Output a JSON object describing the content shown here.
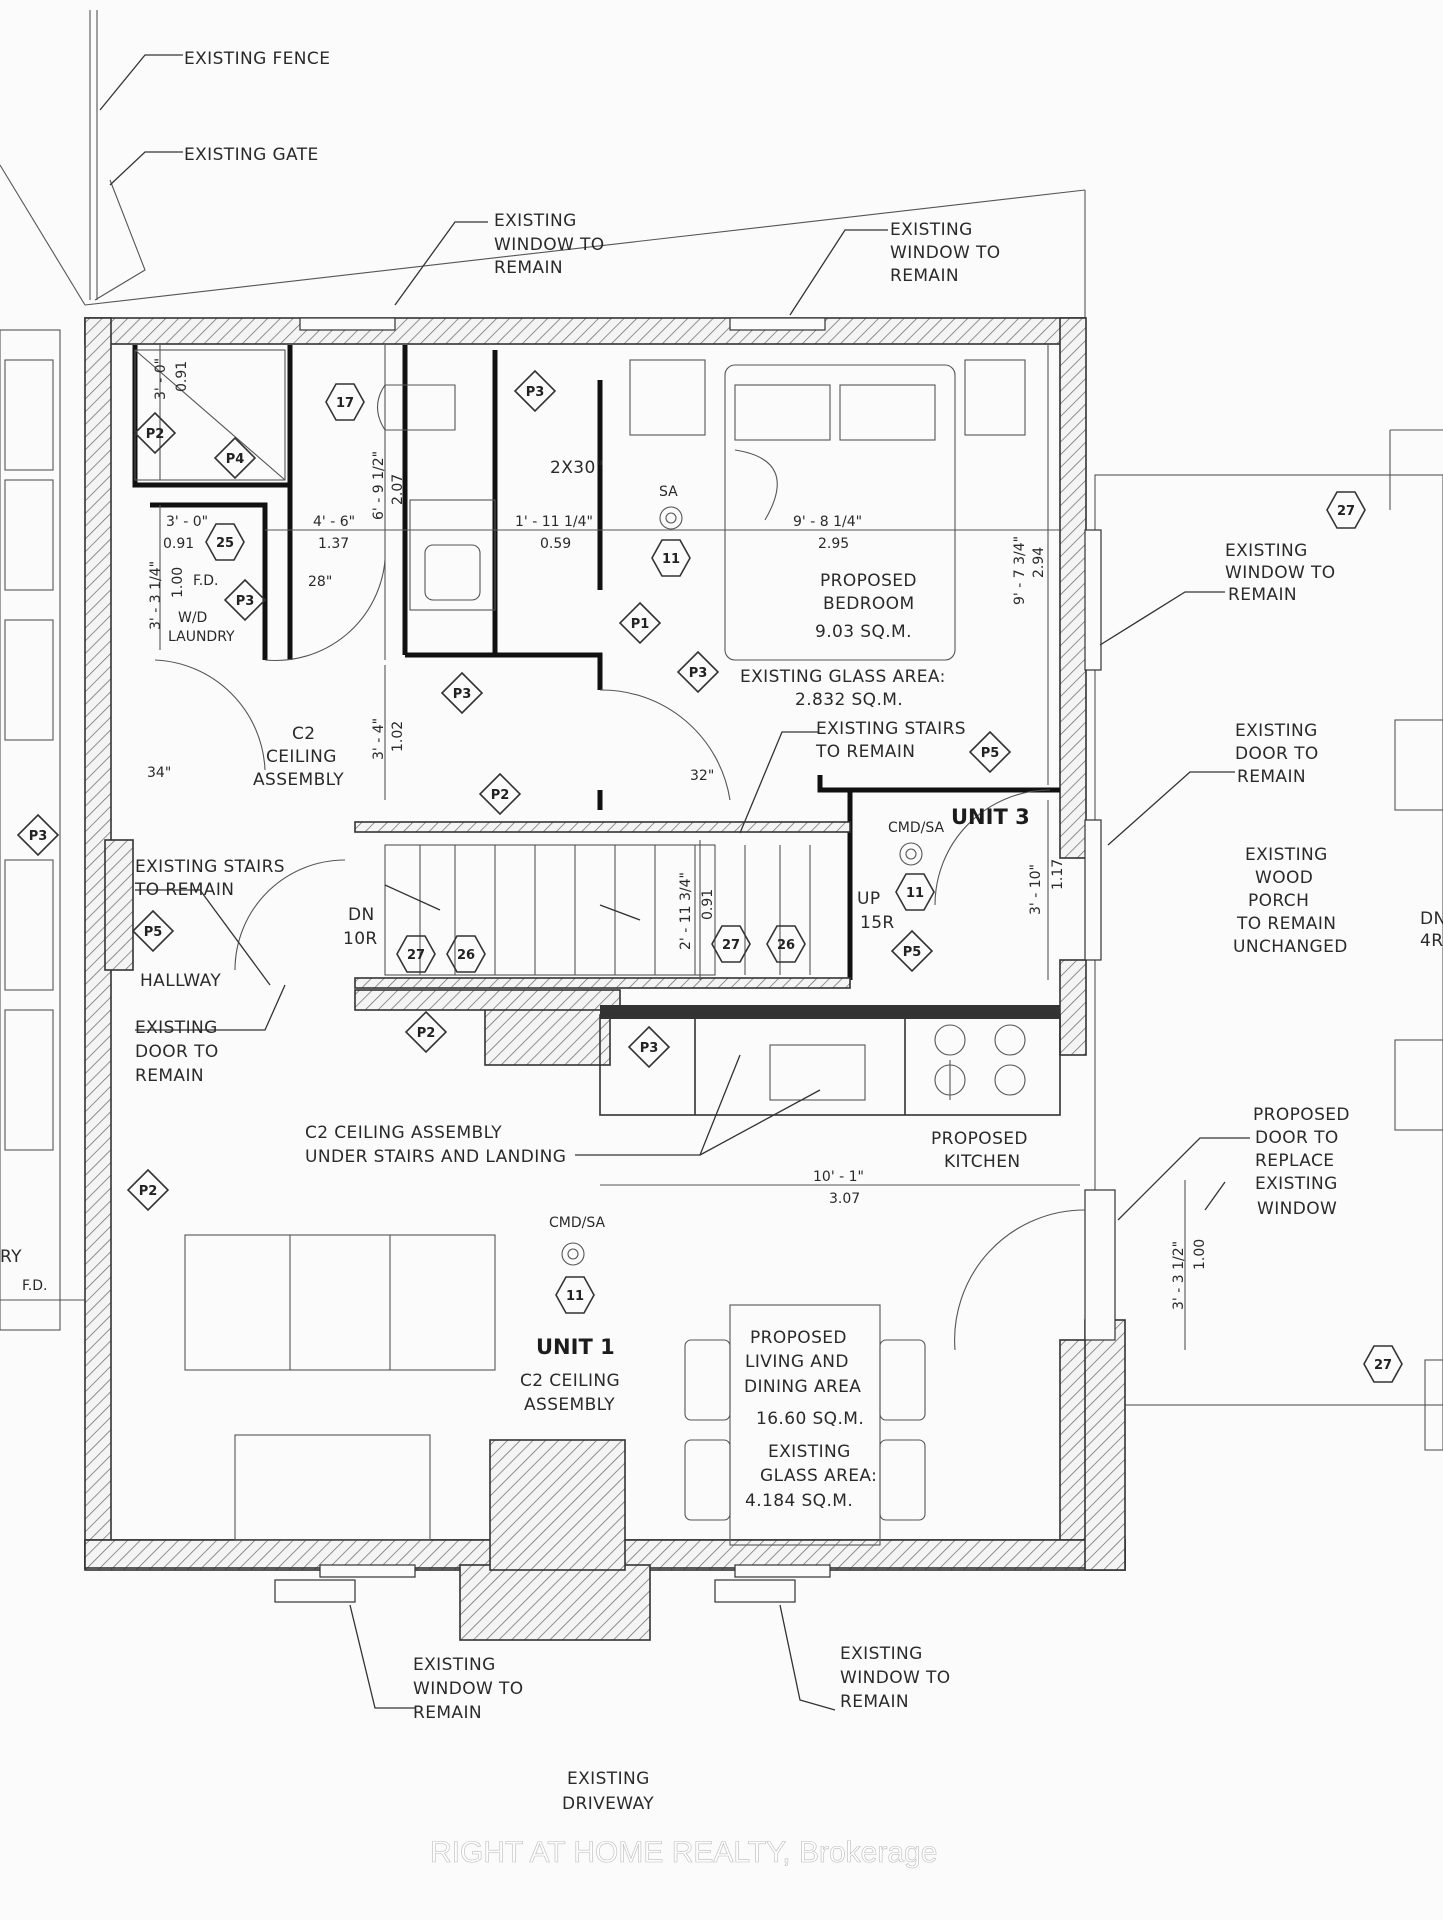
{
  "notes": {
    "existing_fence": "EXISTING FENCE",
    "existing_gate": "EXISTING GATE",
    "window_top_left": [
      "EXISTING",
      "WINDOW TO",
      "REMAIN"
    ],
    "window_top_right": [
      "EXISTING",
      "WINDOW TO",
      "REMAIN"
    ],
    "window_right": [
      "EXISTING",
      "WINDOW TO",
      "REMAIN"
    ],
    "door_right": [
      "EXISTING",
      "DOOR TO",
      "REMAIN"
    ],
    "wood_porch": [
      "EXISTING",
      "WOOD",
      "PORCH",
      "TO REMAIN",
      "UNCHANGED"
    ],
    "proposed_door": [
      "PROPOSED",
      "DOOR TO",
      "REPLACE",
      "EXISTING",
      "WINDOW"
    ],
    "stairs_upper": [
      "EXISTING STAIRS",
      "TO REMAIN"
    ],
    "stairs_left": [
      "EXISTING STAIRS",
      "TO REMAIN"
    ],
    "door_left": [
      "EXISTING",
      "DOOR TO",
      "REMAIN"
    ],
    "c2_under_stairs": [
      "C2 CEILING ASSEMBLY",
      "UNDER STAIRS AND LANDING"
    ],
    "window_bottom_left": [
      "EXISTING",
      "WINDOW TO",
      "REMAIN"
    ],
    "window_bottom_right": [
      "EXISTING",
      "WINDOW TO",
      "REMAIN"
    ],
    "driveway": [
      "EXISTING",
      "DRIVEWAY"
    ]
  },
  "rooms": {
    "bedroom": [
      "PROPOSED",
      "BEDROOM",
      "9.03 SQ.M."
    ],
    "bedroom_glass": [
      "EXISTING GLASS AREA:",
      "2.832 SQ.M."
    ],
    "laundry": [
      "W/D",
      "LAUNDRY"
    ],
    "c2_upper": [
      "C2",
      "CEILING",
      "ASSEMBLY"
    ],
    "hallway": "HALLWAY",
    "kitchen": [
      "PROPOSED",
      "KITCHEN"
    ],
    "unit1": "UNIT 1",
    "unit1_c2": [
      "C2 CEILING",
      "ASSEMBLY"
    ],
    "living": [
      "PROPOSED",
      "LIVING AND",
      "DINING AREA",
      "16.60 SQ.M.",
      "EXISTING",
      "GLASS AREA:",
      "4.184 SQ.M."
    ],
    "unit3": "UNIT 3",
    "left_edge_a": "RY",
    "left_edge_b": "F.D.",
    "right_edge_a": "DN",
    "right_edge_b": "4R"
  },
  "dimensions": {
    "d_3_0_top": "3' - 0\"",
    "d_091_top": "0.91",
    "d_3_0": "3' - 0\"",
    "d_091": "0.91",
    "d_4_6": "4' - 6\"",
    "d_137": "1.37",
    "d_1_11": "1' - 11 1/4\"",
    "d_059": "0.59",
    "d_9_8": "9' - 8 1/4\"",
    "d_295": "2.95",
    "d_6_9": "6' - 9 1/2\"",
    "d_207": "2.07",
    "d_9_7": "9' - 7 3/4\"",
    "d_294": "2.94",
    "d_3_3": "3' - 3 1/4\"",
    "d_100": "1.00",
    "d_3_4": "3' - 4\"",
    "d_102": "1.02",
    "d_2_11": "2' - 11 3/4\"",
    "d_091_stair": "0.91",
    "d_3_10": "3' - 10\"",
    "d_117": "1.17",
    "d_10_1": "10' - 1\"",
    "d_307": "3.07",
    "d_3_3b": "3' - 3 1/2\"",
    "d_100b": "1.00",
    "door_28": "28\"",
    "door_34": "34\"",
    "door_32": "32\"",
    "door_2x30": "2X30\"",
    "fd": "F.D.",
    "dn_10r": [
      "DN",
      "10R"
    ],
    "up_15r": [
      "UP",
      "15R"
    ]
  },
  "symbols": {
    "sa": "SA",
    "cmd_sa_unit3": "CMD/SA",
    "cmd_sa_unit1": "CMD/SA",
    "hex_17": "17",
    "hex_25": "25",
    "hex_11_bed": "11",
    "hex_11_unit3": "11",
    "hex_11_unit1": "11",
    "hex_27_stair": "27",
    "hex_26_stair": "26",
    "hex_27_stair2": "27",
    "hex_26_stair2": "26",
    "hex_27_porch_top": "27",
    "hex_27_porch_bottom": "27",
    "p1": "P1",
    "p2": "P2",
    "p3": "P3",
    "p4": "P4",
    "p5": "P5"
  },
  "watermark": "RIGHT AT HOME REALTY, Brokerage"
}
